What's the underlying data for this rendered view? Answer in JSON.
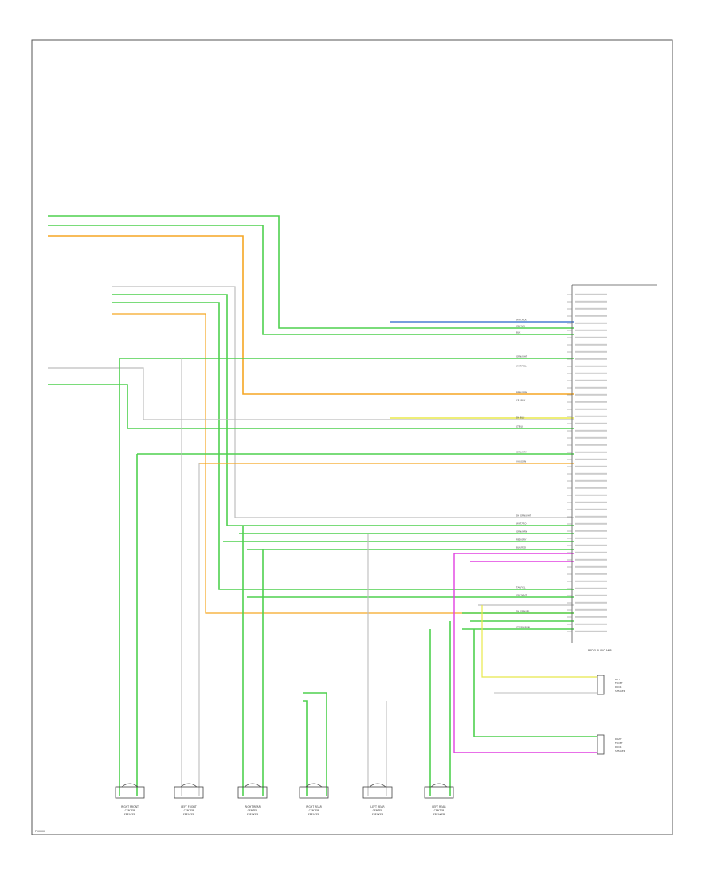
{
  "footer_code": "P00000",
  "amp_label": "RADIO AUDIO AMP",
  "wire_labels": [
    "WHT/BLK",
    "GRY/YEL",
    "BLK",
    "GRN/WHT",
    "WHT/YEL",
    "BRN/ORN",
    "YEL/BLK",
    "DK BLU",
    "LT BLU",
    "ORN/GRY",
    "VIO/GRN",
    "DK GRN/WHT",
    "WHT/VIO",
    "GRN/ORN",
    "RED/GRY",
    "BLK/RED",
    "TAN/YEL",
    "GRY/WHT",
    "DK GRN/YEL",
    "LT GRN/BRN"
  ],
  "speakers": [
    {
      "line1": "RIGHT FRONT",
      "line2": "CENTER",
      "line3": "SPEAKER"
    },
    {
      "line1": "LEFT FRONT",
      "line2": "CENTER",
      "line3": "SPEAKER"
    },
    {
      "line1": "RIGHT REAR",
      "line2": "CENTER",
      "line3": "SPEAKER"
    },
    {
      "line1": "RIGHT REAR",
      "line2": "CENTER",
      "line3": "SPEAKER"
    },
    {
      "line1": "LEFT REAR",
      "line2": "CENTER",
      "line3": "SPEAKER"
    },
    {
      "line1": "LEFT REAR",
      "line2": "CENTER",
      "line3": "SPEAKER"
    }
  ],
  "tweeters": [
    {
      "line1": "LEFT",
      "line2": "FRONT",
      "line3": "DOOR",
      "line4": "SPEAKER"
    },
    {
      "line1": "RIGHT",
      "line2": "FRONT",
      "line3": "DOOR",
      "line4": "SPEAKER"
    }
  ],
  "colors": {
    "green": "#4fd14f",
    "orange": "#f5a623",
    "blue": "#4a7fd4",
    "magenta": "#e040e0",
    "yellow": "#e8e84a",
    "gray": "#bdbdbd",
    "frame": "#555555"
  }
}
